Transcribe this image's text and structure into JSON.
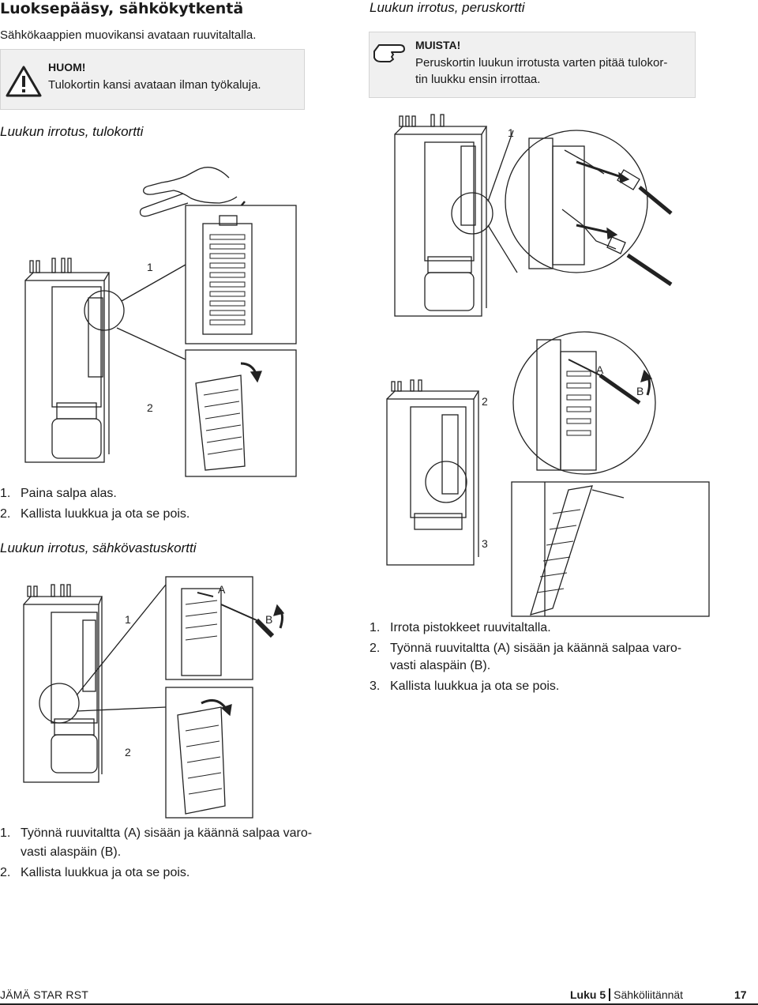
{
  "header": {
    "title": "Luoksepääsy, sähkökytkentä",
    "lead": "Sähkökaappien muovikansi avataan ruuvitaltalla."
  },
  "warning_box": {
    "icon": "warning-triangle-icon",
    "title": "HUOM!",
    "text": "Tulokortin kansi avataan ilman työkaluja."
  },
  "peruskortti": {
    "heading": "Luukun irrotus, peruskortti",
    "note_icon": "pointing-hand-icon",
    "note_title": "MUISTA!",
    "note_line1": "Peruskortin luukun irrotusta varten pitää tulokor-",
    "note_line2": "tin luukku ensin irrottaa.",
    "fig_labels": [
      "1",
      "2",
      "3",
      "A",
      "B"
    ],
    "steps": [
      {
        "n": "1.",
        "text": "Irrota pistokkeet ruuvitaltalla."
      },
      {
        "n": "2.",
        "text": "Työnnä ruuvitaltta (A) sisään ja käännä salpaa varo-",
        "text2": "vasti alaspäin (B)."
      },
      {
        "n": "3.",
        "text": "Kallista luukkua ja ota se pois."
      }
    ]
  },
  "tulokortti": {
    "heading": "Luukun irrotus, tulokortti",
    "fig_labels": [
      "1",
      "2"
    ],
    "steps": [
      {
        "n": "1.",
        "text": "Paina salpa alas."
      },
      {
        "n": "2.",
        "text": "Kallista luukkua ja ota se pois."
      }
    ]
  },
  "sahkovastuskortti": {
    "heading": "Luukun irrotus, sähkövastuskortti",
    "fig_labels": [
      "1",
      "2",
      "A",
      "B"
    ],
    "steps": [
      {
        "n": "1.",
        "text": "Työnnä ruuvitaltta (A) sisään ja käännä salpaa varo-",
        "text2": "vasti alaspäin (B)."
      },
      {
        "n": "2.",
        "text": "Kallista luukkua ja ota se pois."
      }
    ]
  },
  "footer": {
    "brand": "JÄMÄ STAR RST",
    "chapter_label": "Luku 5",
    "chapter_name": "Sähköliitännät",
    "page": "17"
  },
  "colors": {
    "box_bg": "#f0f0f0",
    "text": "#1a1a1a",
    "line": "#222222"
  }
}
